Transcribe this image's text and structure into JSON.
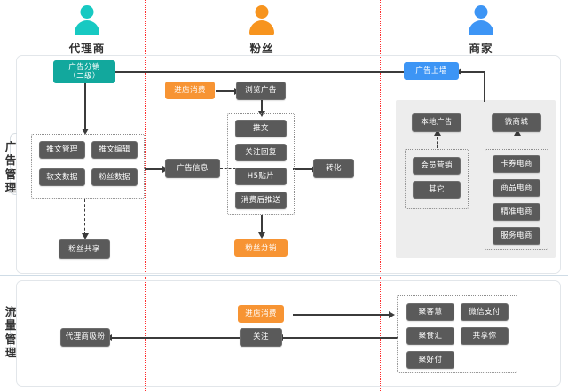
{
  "diagram": {
    "actors": [
      {
        "name": "代理商",
        "color": "#17c9c2",
        "icon": "person-icon"
      },
      {
        "name": "粉丝",
        "color": "#f7941e",
        "icon": "person-icon"
      },
      {
        "name": "商家",
        "color": "#3d95f5",
        "icon": "person-icon"
      }
    ],
    "sections": [
      {
        "label": "广告管理"
      },
      {
        "label": "流量管理"
      }
    ],
    "ad_management": {
      "ad_distribution": "广告分销\n（二级）",
      "ad_distribution_line1": "广告分销",
      "ad_distribution_line2": "（二级）",
      "ad_upload": "广告上墙",
      "enter_store_consume": "进店消费",
      "browse_ad": "浏览广告",
      "ad_info": "广告信息",
      "conversion": "转化",
      "fans_distribution": "粉丝分销",
      "fans_share": "粉丝共享",
      "agent_tools": [
        "推文管理",
        "推文编辑",
        "软文数据",
        "粉丝数据"
      ],
      "fan_channels": [
        "推文",
        "关注回复",
        "H5贴片",
        "消费后推送"
      ],
      "merchant_local_ad": "本地广告",
      "merchant_micro_mall": "微商城",
      "local_ad_items": [
        "会员营销",
        "其它"
      ],
      "micro_mall_items": [
        "卡券电商",
        "商品电商",
        "精准电商",
        "服务电商"
      ]
    },
    "traffic_management": {
      "agent_attract_fans": "代理商吸粉",
      "follow": "关注",
      "enter_store_consume": "进店消费",
      "products": [
        "聚客慧",
        "微信支付",
        "聚食汇",
        "共享你",
        "聚好付"
      ]
    },
    "colors": {
      "grey_node": "#5a5a5a",
      "orange_node": "#f79433",
      "teal_node": "#12a89d",
      "blue_node": "#3d95f5",
      "lane_divider": "#ff2d2d",
      "panel_bg": "#ededed"
    }
  }
}
